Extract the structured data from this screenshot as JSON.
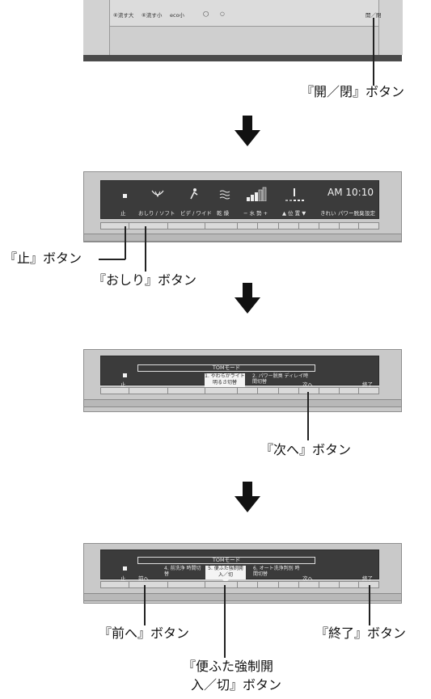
{
  "panel1": {
    "labels": [
      "⑥流す大",
      "⑥流す小",
      "eco小",
      "",
      "",
      "開／閉"
    ]
  },
  "panel2": {
    "clock": "AM 10:10",
    "labels": [
      "止",
      "おしり / ソフト",
      "ビデ / ワイド",
      "乾 燥",
      "− 水 勢 +",
      "▲ 位 置 ▼",
      "きれい",
      "パワー脱臭",
      "設定"
    ]
  },
  "panel3": {
    "mode_title": "TOMモード",
    "stop": "止",
    "option1": "1. やわらかライト 明るさ切替",
    "option2": "2. パワー脱臭 ディレイ時間切替",
    "next": "次へ",
    "end": "終了"
  },
  "panel4": {
    "mode_title": "TOMモード",
    "stop": "止",
    "prev": "前へ",
    "option4": "4. 前洗浄 時間切替",
    "option5": "5. 便ふた強制開 入／切",
    "option6": "6. オート洗浄判別 時間切替",
    "next": "次へ",
    "end": "終了"
  },
  "callouts": {
    "open_close": "『開／閉』ボタン",
    "stop": "『止』ボタン",
    "oshiri": "『おしり』ボタン",
    "next": "『次へ』ボタン",
    "prev": "『前へ』ボタン",
    "end": "『終了』ボタン",
    "lid_line1": "『便ふた強制開",
    "lid_line2": "入／切』ボタン"
  }
}
